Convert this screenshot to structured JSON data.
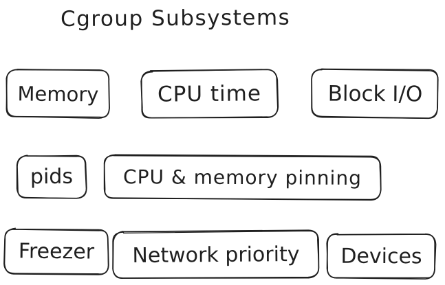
{
  "title": "Cgroup Subsystems",
  "boxes": {
    "memory": "Memory",
    "cpu_time": "CPU time",
    "block_io": "Block I/O",
    "pids": "pids",
    "cpu_memory_pinning": "CPU & memory pinning",
    "freezer": "Freezer",
    "network_priority": "Network priority",
    "devices": "Devices"
  },
  "colors": {
    "stroke": "#1f1f1f",
    "text": "#1f1f1f",
    "background": "#ffffff"
  }
}
